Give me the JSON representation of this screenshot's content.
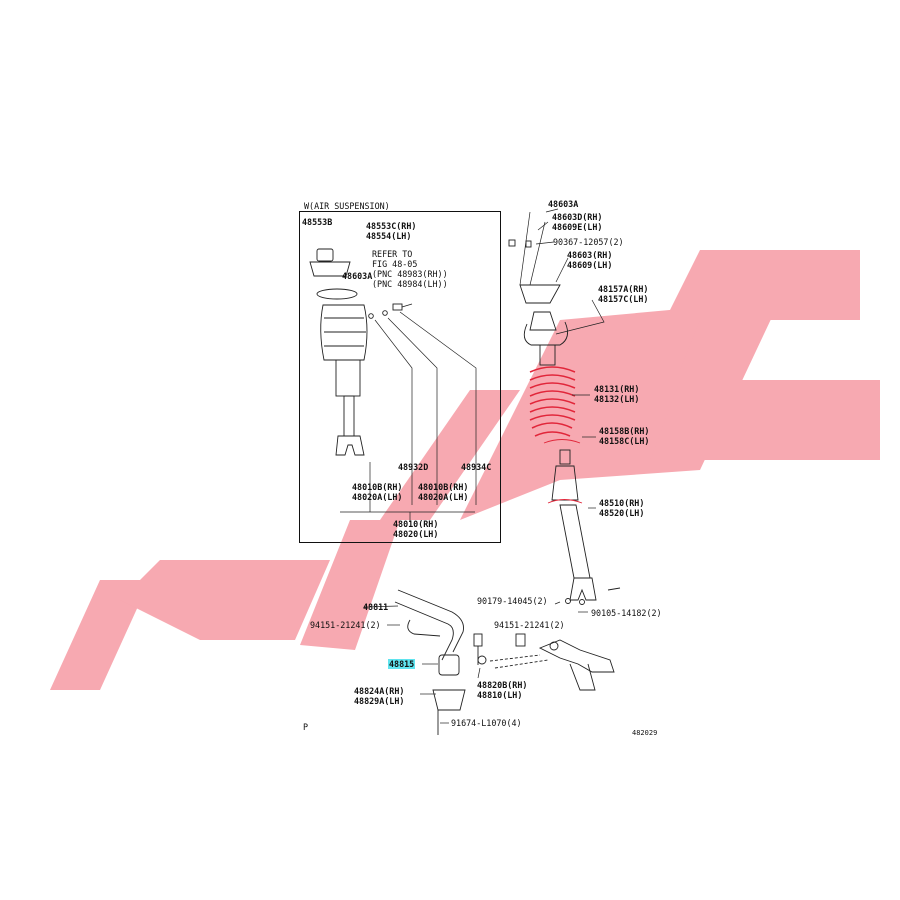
{
  "watermark": {
    "color": "#f7a9b1"
  },
  "air_suspension": {
    "box_title": "W(AIR SUSPENSION)",
    "refer_note": [
      "REFER TO",
      "FIG 48-05",
      "(PNC 48983(RH))",
      "(PNC 48984(LH))"
    ],
    "labels": {
      "p48553B": "48553B",
      "p48553C": "48553C(RH)",
      "p48554": "48554(LH)",
      "p48603A_box": "48603A",
      "p48932D": "48932D",
      "p48934C": "48934C",
      "p48010B_a": "48010B(RH)",
      "p48020A_a": "48020A(LH)",
      "p48010B_b": "48010B(RH)",
      "p48020A_b": "48020A(LH)",
      "p48010": "48010(RH)",
      "p48020": "48020(LH)"
    }
  },
  "strut": {
    "labels": {
      "p48603A": "48603A",
      "p48603D": "48603D(RH)",
      "p48609E": "48609E(LH)",
      "p90367": "90367-12057(2)",
      "p48603": "48603(RH)",
      "p48609": "48609(LH)",
      "p48157A": "48157A(RH)",
      "p48157C": "48157C(LH)",
      "p48131": "48131(RH)",
      "p48132": "48132(LH)",
      "p48158B": "48158B(RH)",
      "p48158C": "48158C(LH)",
      "p48510": "48510(RH)",
      "p48520": "48520(LH)",
      "p90179": "90179-14045(2)",
      "p90105": "90105-14182(2)"
    }
  },
  "stabilizer": {
    "labels": {
      "p48811": "48811",
      "p94151_a": "94151-21241(2)",
      "p94151_b": "94151-21241(2)",
      "p48815": "48815",
      "p48820B": "48820B(RH)",
      "p48810": "48810(LH)",
      "p48824A": "48824A(RH)",
      "p48829A": "48829A(LH)",
      "p91674": "91674-L1070(4)"
    }
  },
  "footer": {
    "left_mark": "P",
    "fig_code": "482029"
  }
}
